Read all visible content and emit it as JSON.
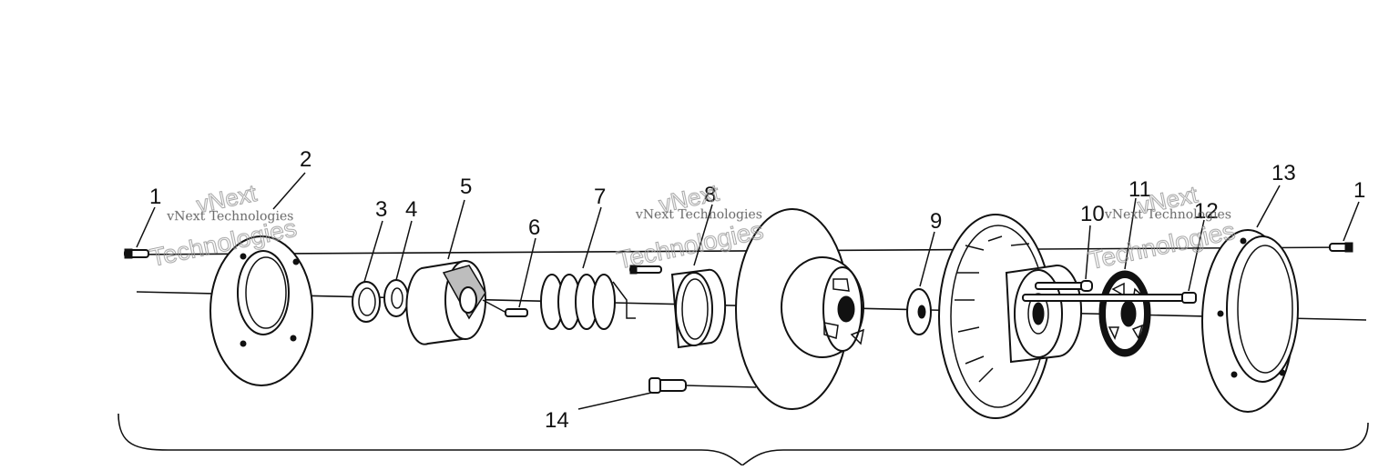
{
  "watermark": {
    "line1": "vNext Technologies",
    "outline_word1": "vNext",
    "outline_word2": "Technologies"
  },
  "callouts": [
    "1",
    "2",
    "3",
    "4",
    "5",
    "6",
    "7",
    "8",
    "9",
    "10",
    "11",
    "12",
    "13",
    "14"
  ],
  "colors": {
    "ink": "#111111",
    "paper": "#ffffff",
    "watermark": "#9a9a9a"
  }
}
